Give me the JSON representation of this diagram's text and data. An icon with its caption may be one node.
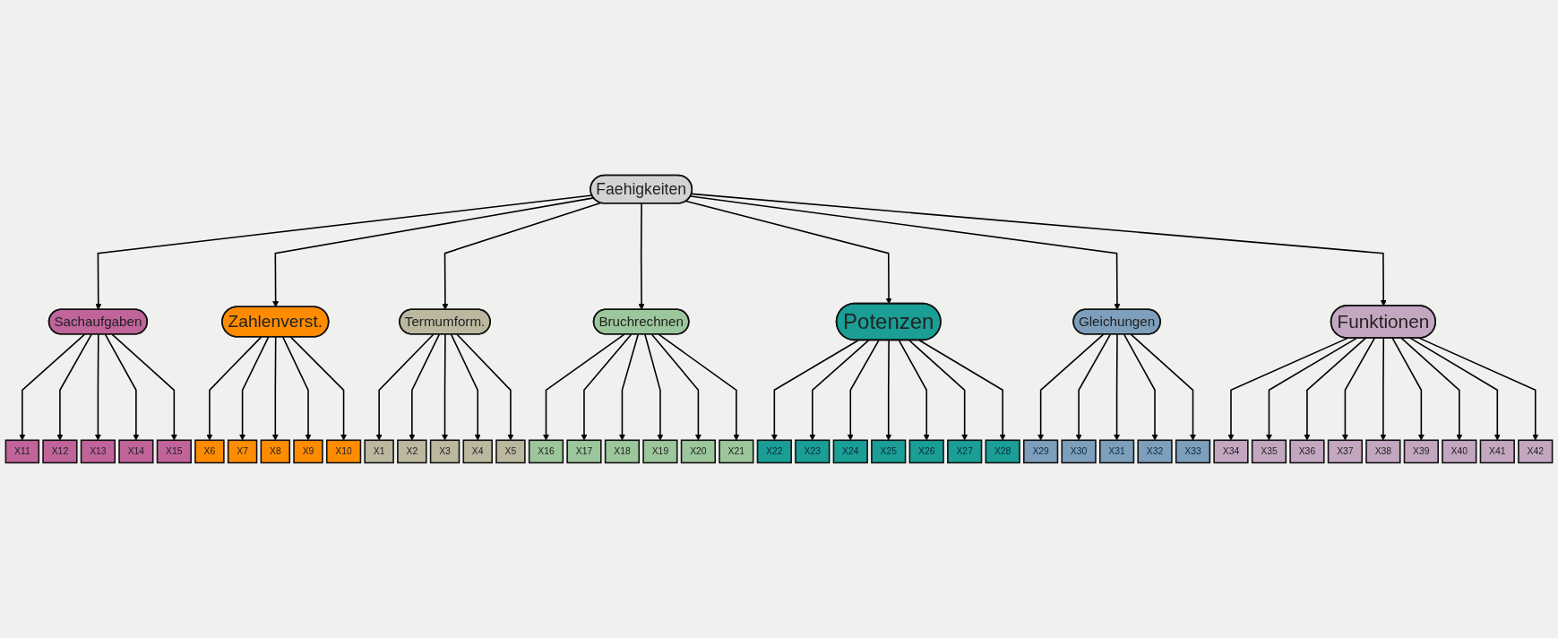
{
  "diagram": {
    "nodes": [
      {
        "text": [
          "Faehigkeiten"
        ]
      },
      {
        "text": [
          "Sachaufgaben"
        ]
      },
      {
        "text": [
          "Zahlenverst."
        ]
      },
      {
        "text": [
          "Termumform."
        ]
      },
      {
        "text": [
          "Bruchrechnen"
        ]
      },
      {
        "text": [
          "Potenzen"
        ]
      },
      {
        "text": [
          "Gleichungen"
        ]
      },
      {
        "text": [
          "Funktionen"
        ]
      },
      {
        "text": [
          "X11"
        ]
      },
      {
        "text": [
          "X12"
        ]
      },
      {
        "text": [
          "X13"
        ]
      },
      {
        "text": [
          "X14"
        ]
      },
      {
        "text": [
          "X15"
        ]
      },
      {
        "text": [
          "X6"
        ]
      },
      {
        "text": [
          "X7"
        ]
      },
      {
        "text": [
          "X8"
        ]
      },
      {
        "text": [
          "X9"
        ]
      },
      {
        "text": [
          "X10"
        ]
      },
      {
        "text": [
          "X1"
        ]
      },
      {
        "text": [
          "X2"
        ]
      },
      {
        "text": [
          "X3"
        ]
      },
      {
        "text": [
          "X4"
        ]
      },
      {
        "text": [
          "X5"
        ]
      },
      {
        "text": [
          "X16"
        ]
      },
      {
        "text": [
          "X17"
        ]
      },
      {
        "text": [
          "X18"
        ]
      },
      {
        "text": [
          "X19"
        ]
      },
      {
        "text": [
          "X20"
        ]
      },
      {
        "text": [
          "X21"
        ]
      },
      {
        "text": [
          "X22"
        ]
      },
      {
        "text": [
          "X23"
        ]
      },
      {
        "text": [
          "X24"
        ]
      },
      {
        "text": [
          "X25"
        ]
      },
      {
        "text": [
          "X26"
        ]
      },
      {
        "text": [
          "X27"
        ]
      },
      {
        "text": [
          "X28"
        ]
      },
      {
        "text": [
          "X29"
        ]
      },
      {
        "text": [
          "X30"
        ]
      },
      {
        "text": [
          "X31"
        ]
      },
      {
        "text": [
          "X32"
        ]
      },
      {
        "text": [
          "X33"
        ]
      },
      {
        "text": [
          "X34"
        ]
      },
      {
        "text": [
          "X35"
        ]
      },
      {
        "text": [
          "X36"
        ]
      },
      {
        "text": [
          "X37"
        ]
      },
      {
        "text": [
          "X38"
        ]
      },
      {
        "text": [
          "X39"
        ]
      },
      {
        "text": [
          "X40"
        ]
      },
      {
        "text": [
          "X41"
        ]
      },
      {
        "text": [
          "X42"
        ]
      }
    ],
    "edges": [
      {
        "from": 0,
        "to": 1,
        "arrow": "to"
      },
      {
        "from": 0,
        "to": 2,
        "arrow": "to"
      },
      {
        "from": 0,
        "to": 3,
        "arrow": "to"
      },
      {
        "from": 0,
        "to": 4,
        "arrow": "to"
      },
      {
        "from": 0,
        "to": 5,
        "arrow": "to"
      },
      {
        "from": 0,
        "to": 6,
        "arrow": "to"
      },
      {
        "from": 0,
        "to": 7,
        "arrow": "to"
      },
      {
        "from": 1,
        "to": 8,
        "arrow": "to"
      },
      {
        "from": 1,
        "to": 9,
        "arrow": "to"
      },
      {
        "from": 1,
        "to": 10,
        "arrow": "to"
      },
      {
        "from": 1,
        "to": 11,
        "arrow": "to"
      },
      {
        "from": 1,
        "to": 12,
        "arrow": "to"
      },
      {
        "from": 2,
        "to": 13,
        "arrow": "to"
      },
      {
        "from": 2,
        "to": 14,
        "arrow": "to"
      },
      {
        "from": 2,
        "to": 15,
        "arrow": "to"
      },
      {
        "from": 2,
        "to": 16,
        "arrow": "to"
      },
      {
        "from": 2,
        "to": 17,
        "arrow": "to"
      },
      {
        "from": 3,
        "to": 18,
        "arrow": "to"
      },
      {
        "from": 3,
        "to": 19,
        "arrow": "to"
      },
      {
        "from": 3,
        "to": 20,
        "arrow": "to"
      },
      {
        "from": 3,
        "to": 21,
        "arrow": "to"
      },
      {
        "from": 3,
        "to": 22,
        "arrow": "to"
      },
      {
        "from": 4,
        "to": 23,
        "arrow": "to"
      },
      {
        "from": 4,
        "to": 24,
        "arrow": "to"
      },
      {
        "from": 4,
        "to": 25,
        "arrow": "to"
      },
      {
        "from": 4,
        "to": 26,
        "arrow": "to"
      },
      {
        "from": 4,
        "to": 27,
        "arrow": "to"
      },
      {
        "from": 4,
        "to": 28,
        "arrow": "to"
      },
      {
        "from": 5,
        "to": 29,
        "arrow": "to"
      },
      {
        "from": 5,
        "to": 30,
        "arrow": "to"
      },
      {
        "from": 5,
        "to": 31,
        "arrow": "to"
      },
      {
        "from": 5,
        "to": 32,
        "arrow": "to"
      },
      {
        "from": 5,
        "to": 33,
        "arrow": "to"
      },
      {
        "from": 5,
        "to": 34,
        "arrow": "to"
      },
      {
        "from": 5,
        "to": 35,
        "arrow": "to"
      },
      {
        "from": 6,
        "to": 36,
        "arrow": "to"
      },
      {
        "from": 6,
        "to": 37,
        "arrow": "to"
      },
      {
        "from": 6,
        "to": 38,
        "arrow": "to"
      },
      {
        "from": 6,
        "to": 39,
        "arrow": "to"
      },
      {
        "from": 6,
        "to": 40,
        "arrow": "to"
      },
      {
        "from": 7,
        "to": 41,
        "arrow": "to"
      },
      {
        "from": 7,
        "to": 42,
        "arrow": "to"
      },
      {
        "from": 7,
        "to": 43,
        "arrow": "to"
      },
      {
        "from": 7,
        "to": 44,
        "arrow": "to"
      },
      {
        "from": 7,
        "to": 45,
        "arrow": "to"
      },
      {
        "from": 7,
        "to": 46,
        "arrow": "to"
      },
      {
        "from": 7,
        "to": 47,
        "arrow": "to"
      },
      {
        "from": 7,
        "to": 48,
        "arrow": "to"
      },
      {
        "from": 7,
        "to": 49,
        "arrow": "to"
      }
    ]
  }
}
